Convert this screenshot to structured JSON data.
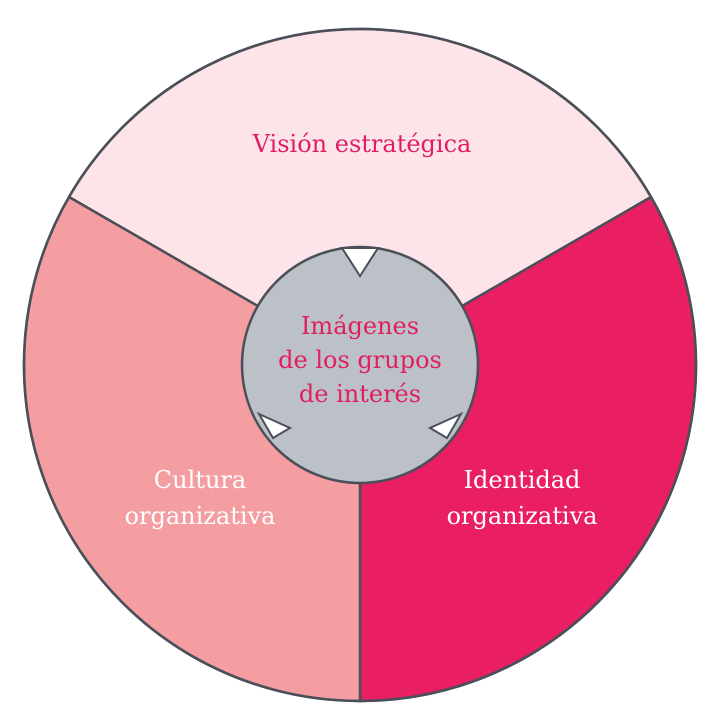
{
  "diagram": {
    "segments": {
      "top": {
        "label": "Visión estratégica",
        "fill": "#fde4e8",
        "text_color": "#e01e63"
      },
      "left": {
        "label_line1": "Cultura",
        "label_line2": "organizativa",
        "fill": "#f49ea2",
        "text_color": "#ffffff"
      },
      "right": {
        "label_line1": "Identidad",
        "label_line2": "organizativa",
        "fill": "#e91e63",
        "text_color": "#ffffff"
      }
    },
    "center": {
      "line1": "Imágenes",
      "line2": "de los grupos",
      "line3": "de interés",
      "fill": "#bcc1c8",
      "text_color": "#e01e63"
    },
    "outline_color": "#4a4f5a"
  }
}
